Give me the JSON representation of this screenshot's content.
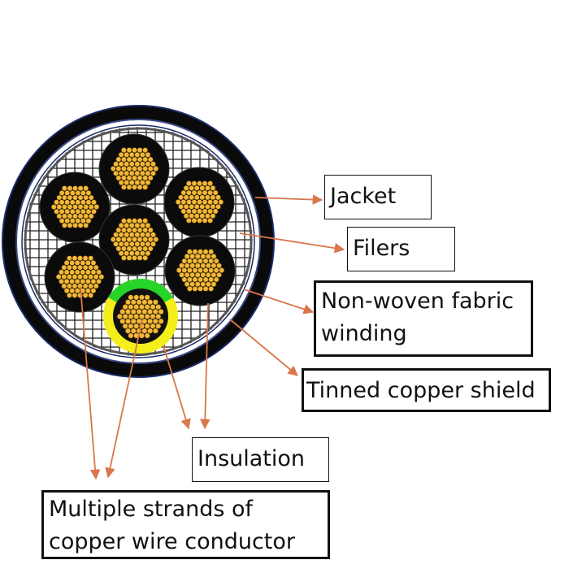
{
  "labels": {
    "jacket": "Jacket",
    "fillers": "Filers",
    "fabric_line1": "Non-woven fabric",
    "fabric_line2": "winding",
    "shield": "Tinned copper shield",
    "insulation": "Insulation",
    "conductor_line1": "Multiple strands of",
    "conductor_line2": "copper wire conductor"
  },
  "colors": {
    "jacket": "#0a0a0a",
    "jacket_edge": "#1a2a6a",
    "shield_mesh": "#222222",
    "core_insulation": "#0b0b0b",
    "strand": "#f2b73a",
    "strand_outline": "#3a2a00",
    "ground_yellow": "#f4ee1a",
    "ground_green": "#27d42a",
    "arrow": "#d9774a"
  }
}
